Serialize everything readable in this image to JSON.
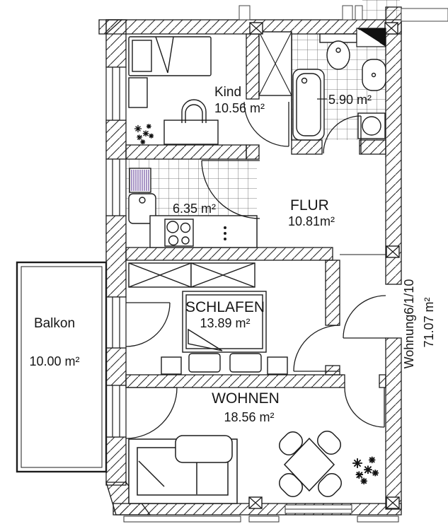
{
  "drawing": {
    "kind": "apartment-floor-plan"
  },
  "apartment": {
    "id": "Wohnung6/1/10",
    "total_area": "71.07 m²"
  },
  "rooms": {
    "kind": {
      "label": "Kind",
      "area": "10.56 m²"
    },
    "bad": {
      "area": "5.90 m²"
    },
    "kueche": {
      "area": "6.35 m²"
    },
    "flur": {
      "label": "FLUR",
      "area": "10.81m²"
    },
    "schlafen": {
      "label": "SCHLAFEN",
      "area": "13.89 m²"
    },
    "wohnen": {
      "label": "WOHNEN",
      "area": "18.56 m²"
    },
    "balkon": {
      "label": "Balkon",
      "area": "10.00 m²"
    }
  },
  "colors": {
    "line": "#1c1c1c",
    "tile_line": "#5a5a5a",
    "radiator_accent": "#7b5ea7",
    "vent_fill": "#111111",
    "paper": "#ffffff"
  }
}
